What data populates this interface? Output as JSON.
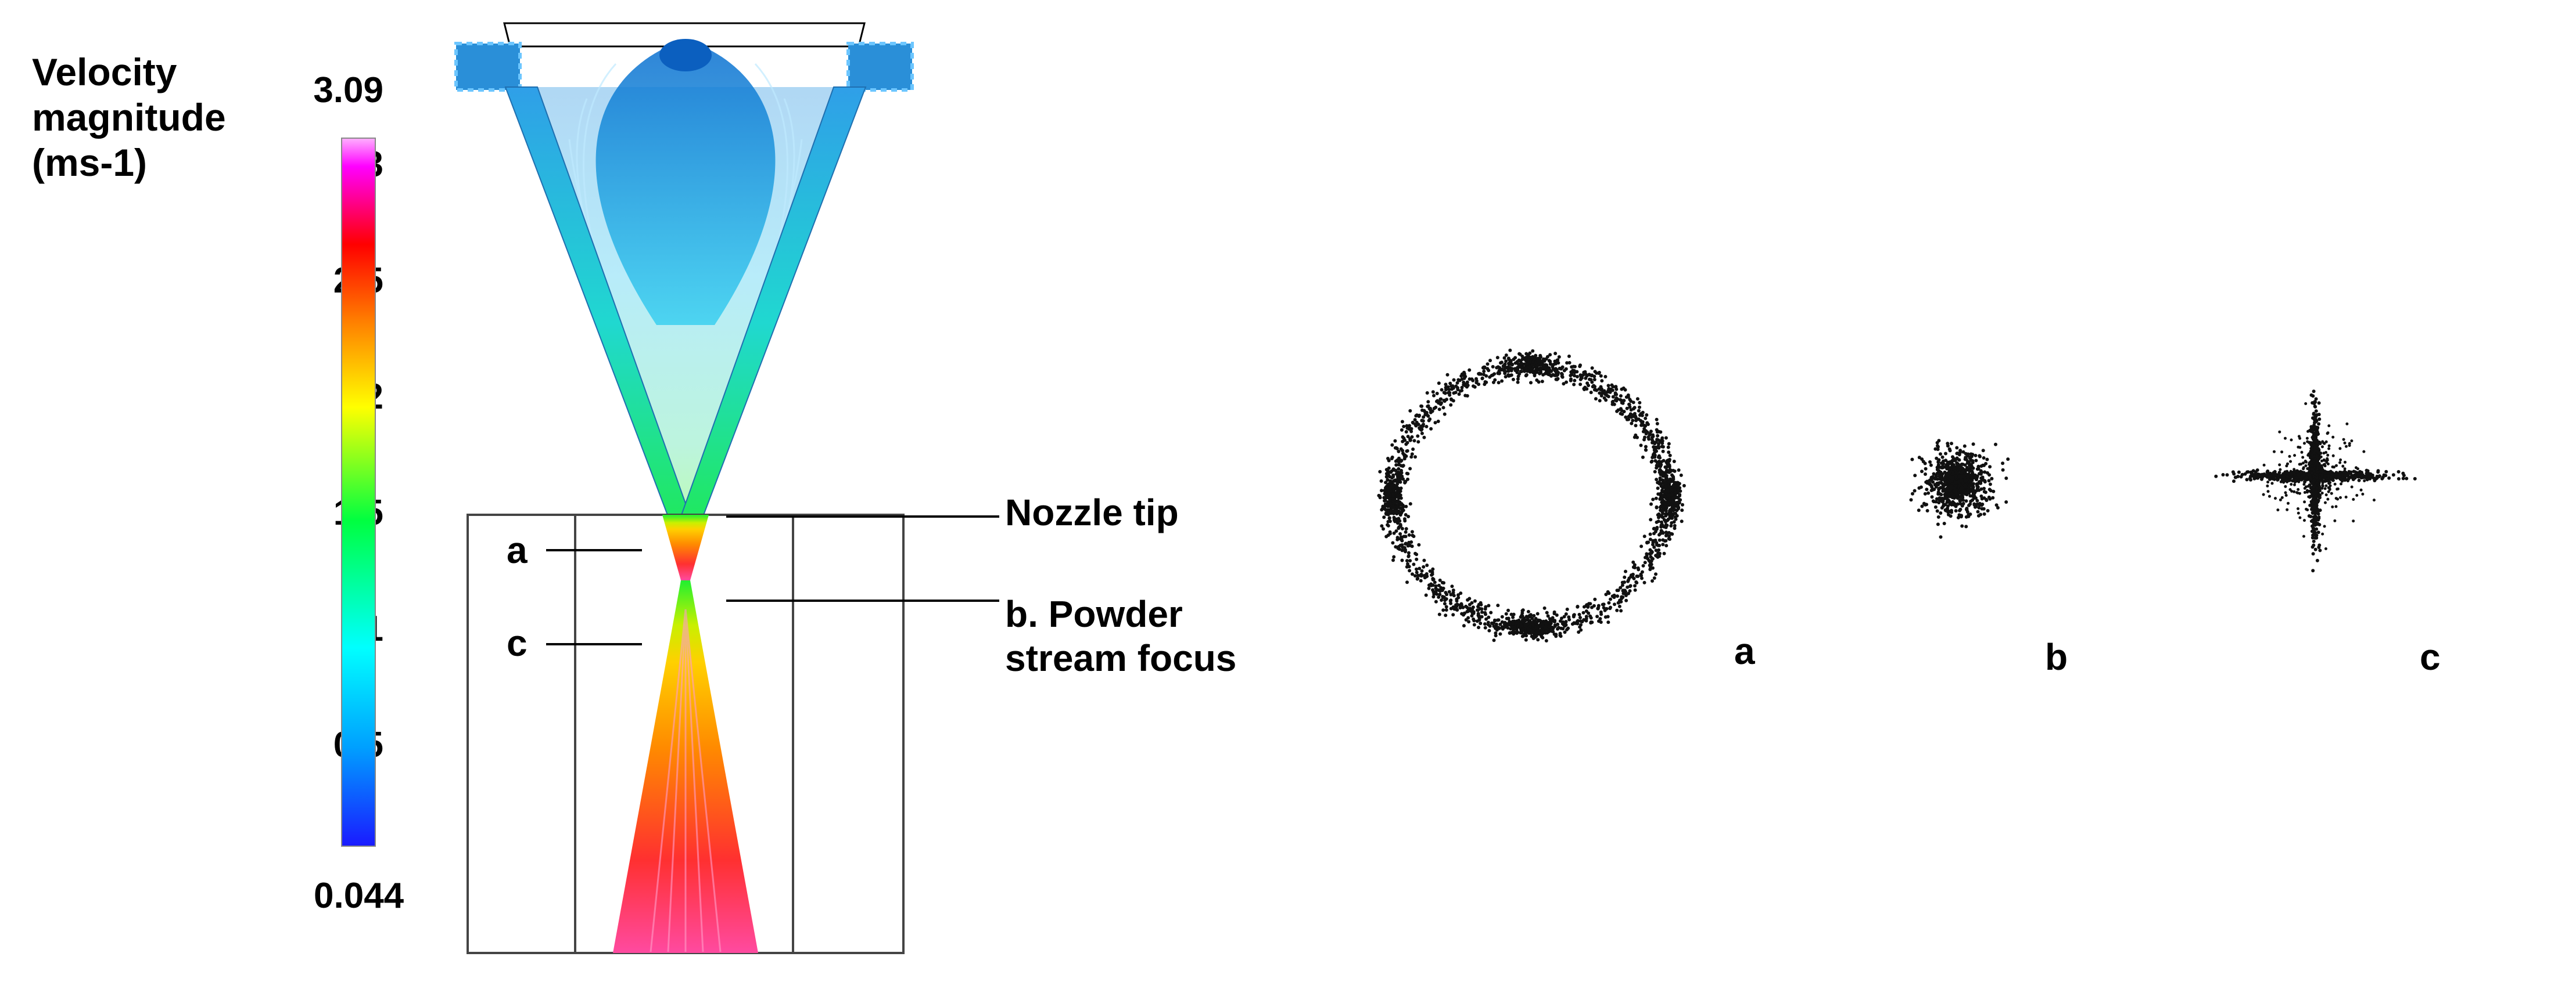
{
  "colorbar": {
    "title_lines": [
      "Velocity",
      "magnitude",
      "(ms-1)"
    ],
    "max_label": "3.09",
    "min_label": "0.044",
    "ticks": [
      "3",
      "2.5",
      "2",
      "1.5",
      "1",
      "0.5"
    ],
    "colors": [
      "#1a1aff",
      "#00a0ff",
      "#00ffff",
      "#00ff40",
      "#ffff00",
      "#ff8000",
      "#ff0000",
      "#ff00ff",
      "#ffb0ff"
    ]
  },
  "annotations": {
    "nozzle_tip": "Nozzle tip",
    "powder_focus_line1": "b. Powder",
    "powder_focus_line2": "stream focus",
    "plane_a": "a",
    "plane_c": "c"
  },
  "cross_sections": {
    "a": "a",
    "b": "b",
    "c": "c"
  }
}
